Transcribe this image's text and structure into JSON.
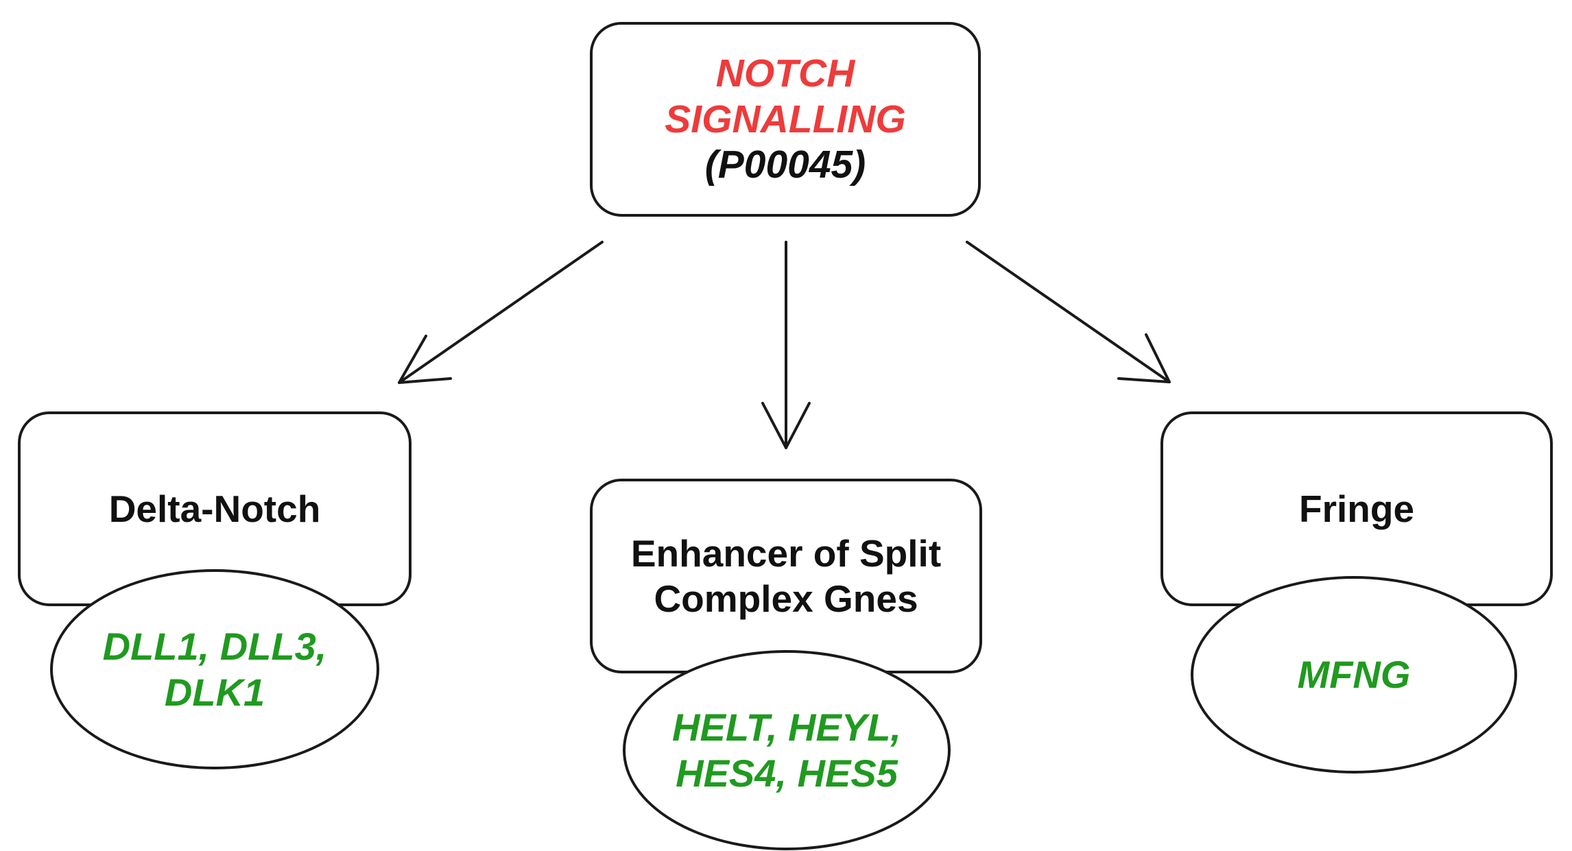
{
  "colors": {
    "root_accent": "#ee3b3b",
    "gene_green": "#1f9a1f",
    "stroke": "#1a1a1a",
    "text": "#111111"
  },
  "root": {
    "title_lines": [
      "NOTCH",
      "SIGNALLING"
    ],
    "id": "(P00045)"
  },
  "categories": [
    {
      "name_lines": [
        "Delta-Notch"
      ],
      "gene_lines": [
        "DLL1, DLL3,",
        "DLK1"
      ]
    },
    {
      "name_lines": [
        "Enhancer of Split",
        "Complex Gnes"
      ],
      "gene_lines": [
        "HELT, HEYL,",
        "HES4, HES5"
      ]
    },
    {
      "name_lines": [
        "Fringe"
      ],
      "gene_lines": [
        "MFNG"
      ]
    }
  ]
}
